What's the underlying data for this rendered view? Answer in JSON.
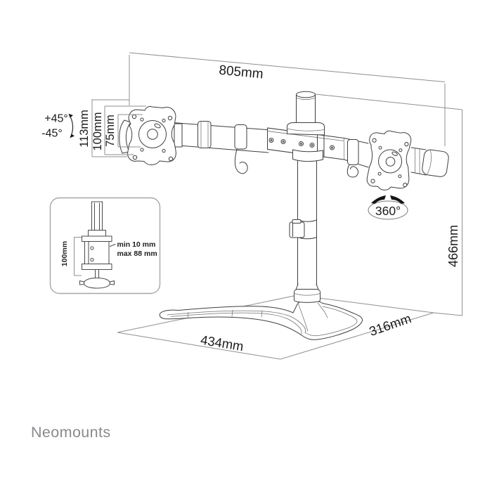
{
  "brand": {
    "name": "Neomounts"
  },
  "diagram": {
    "dimensions": {
      "arm_width": "805mm",
      "plate_height": "113mm",
      "vesa_100": "100mm",
      "vesa_75": "75mm",
      "stand_height": "466mm",
      "base_width": "434mm",
      "base_depth": "316mm"
    },
    "angles": {
      "tilt_up": "+45°",
      "tilt_down": "-45°",
      "swivel": "360°"
    },
    "clamp_inset": {
      "column_height": "100mm",
      "desk_min": "min 10 mm",
      "desk_max": "max 88 mm"
    }
  }
}
